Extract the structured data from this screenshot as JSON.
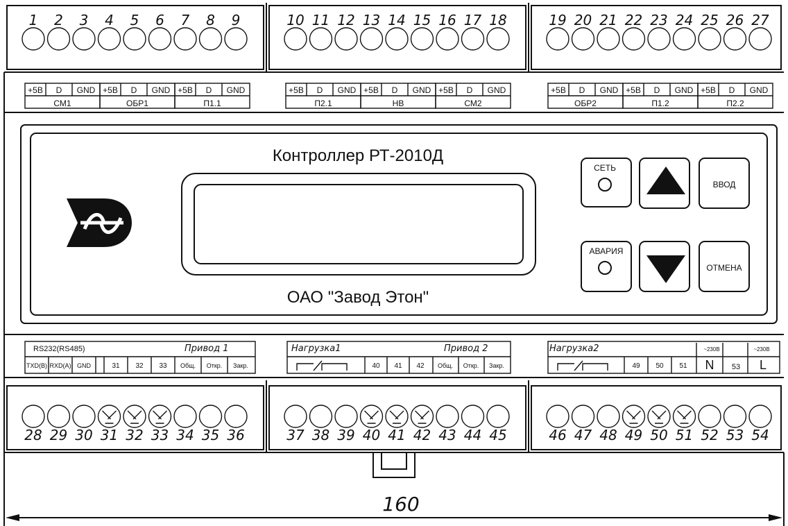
{
  "device": {
    "title": "Контроллер РТ-2010Д",
    "manufacturer": "ОАО \"Завод Этон\"",
    "buttons": {
      "power_label": "СЕТЬ",
      "enter_label": "ВВОД",
      "alarm_label": "АВАРИЯ",
      "cancel_label": "ОТМЕНА"
    }
  },
  "top_terminals": [
    [
      "1",
      "2",
      "3",
      "4",
      "5",
      "6",
      "7",
      "8",
      "9"
    ],
    [
      "10",
      "11",
      "12",
      "13",
      "14",
      "15",
      "16",
      "17",
      "18"
    ],
    [
      "19",
      "20",
      "21",
      "22",
      "23",
      "24",
      "25",
      "26",
      "27"
    ]
  ],
  "top_labels": {
    "pin_names": [
      "+5В",
      "D",
      "GND"
    ],
    "left_groups": [
      "СМ1",
      "ОБР1",
      "П1.1"
    ],
    "mid_groups": [
      "П2.1",
      "НВ",
      "СМ2"
    ],
    "right_groups": [
      "ОБР2",
      "П1.2",
      "П2.2"
    ]
  },
  "bottom_labels": {
    "rs_title": "RS232(RS485)",
    "rs_pins": [
      "TXD(B)",
      "RXD(A)",
      "GND"
    ],
    "drive1_title": "Привод 1",
    "drive1_pins": [
      "31",
      "32",
      "33"
    ],
    "drive1_funcs": [
      "Общ.",
      "Откр.",
      "Закр."
    ],
    "load1_title": "Нагрузка1",
    "drive2_title": "Привод 2",
    "drive2_pins": [
      "40",
      "41",
      "42"
    ],
    "drive2_funcs": [
      "Общ.",
      "Откр.",
      "Закр."
    ],
    "load2_title": "Нагрузка2",
    "right_pins": [
      "49",
      "50",
      "51"
    ],
    "mains_label": "~230В",
    "mains_terminals": [
      "N",
      "53",
      "L"
    ]
  },
  "bottom_terminals": [
    [
      "28",
      "29",
      "30",
      "31",
      "32",
      "33",
      "34",
      "35",
      "36"
    ],
    [
      "37",
      "38",
      "39",
      "40",
      "41",
      "42",
      "43",
      "44",
      "45"
    ],
    [
      "46",
      "47",
      "48",
      "49",
      "50",
      "51",
      "52",
      "53",
      "54"
    ]
  ],
  "dimension": {
    "width_label": "160"
  }
}
